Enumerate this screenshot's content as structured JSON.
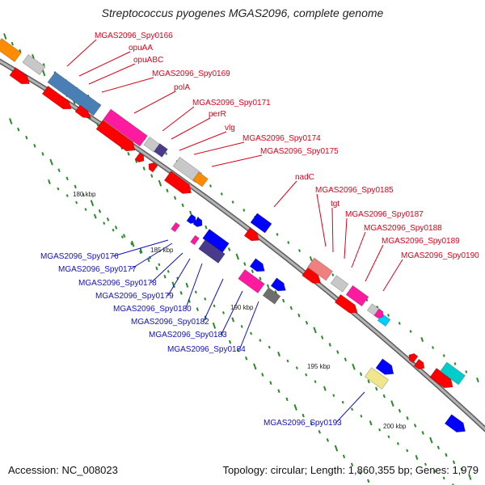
{
  "title": "Streptococcus pyogenes MGAS2096, complete genome",
  "footer": {
    "accession": "Accession: NC_008023",
    "summary": "Topology: circular; Length: 1,860,355 bp; Genes: 1,979"
  },
  "colors": {
    "red_label": "#e0001a",
    "blue_label": "#1010c0",
    "backbone": "#909090",
    "tick": "#2a8a2a"
  },
  "scale_ticks": [
    "180 kbp",
    "185 kbp",
    "190 kbp",
    "195 kbp",
    "200 kbp"
  ],
  "labels_top": [
    "MGAS2096_Spy0166",
    "opuAA",
    "opuABC",
    "MGAS2096_Spy0169",
    "polA",
    "MGAS2096_Spy0171",
    "perR",
    "vlg",
    "MGAS2096_Spy0174",
    "MGAS2096_Spy0175",
    "nadC",
    "MGAS2096_Spy0185",
    "tgt",
    "MGAS2096_Spy0187",
    "MGAS2096_Spy0188",
    "MGAS2096_Spy0189",
    "MGAS2096_Spy0190"
  ],
  "labels_bottom": [
    "MGAS2096_Spy0176",
    "MGAS2096_Spy0177",
    "MGAS2096_Spy0178",
    "MGAS2096_Spy0179",
    "MGAS2096_Spy0180",
    "MGAS2096_Spy0182",
    "MGAS2096_Spy0183",
    "MGAS2096_Spy0184",
    "MGAS2096_Spy0193"
  ]
}
